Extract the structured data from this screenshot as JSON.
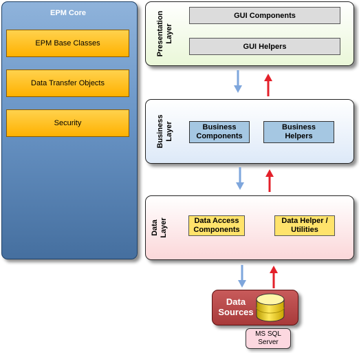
{
  "core": {
    "title": "EPM Core",
    "items": [
      "EPM Base Classes",
      "Data Transfer Objects",
      "Security"
    ]
  },
  "presentation": {
    "label_line1": "Presentation",
    "label_line2": "Layer",
    "components": [
      "GUI Components",
      "GUI Helpers"
    ]
  },
  "business": {
    "label_line1": "Business",
    "label_line2": "Layer",
    "components": [
      {
        "line1": "Business",
        "line2": "Components"
      },
      {
        "line1": "Business",
        "line2": "Helpers"
      }
    ]
  },
  "data": {
    "label_line1": "Data",
    "label_line2": "Layer",
    "components": [
      {
        "line1": "Data Access",
        "line2": "Components"
      },
      {
        "line1": "Data Helper /",
        "line2": "Utilities"
      }
    ]
  },
  "sources": {
    "label_line1": "Data",
    "label_line2": "Sources",
    "server_line1": "MS SQL",
    "server_line2": "Server"
  },
  "colors": {
    "down_arrow": "#7ea6dc",
    "up_arrow": "#e3202a"
  }
}
